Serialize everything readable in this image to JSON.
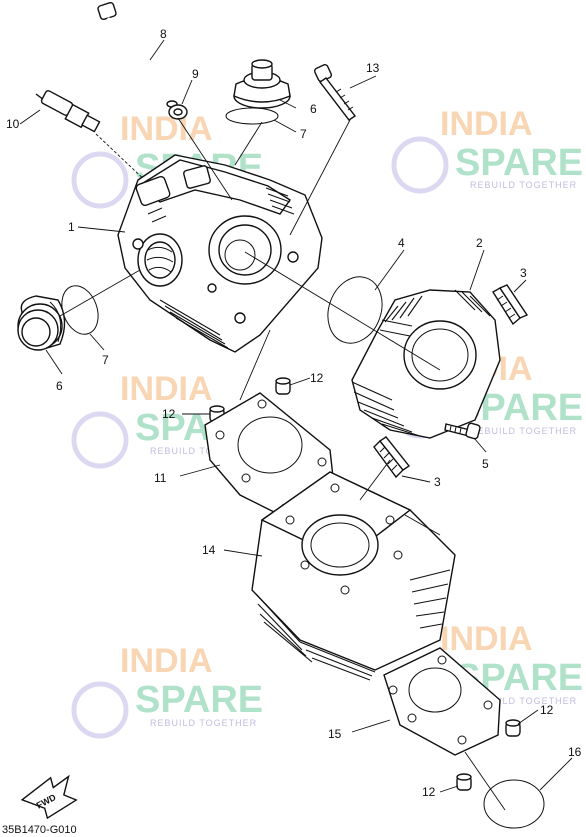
{
  "diagram": {
    "drawing_code": "35B1470-G010",
    "direction_label": "FWD",
    "watermark": {
      "line1": "INDIA",
      "line2": "SPARE",
      "tagline": "REBUILD TOGETHER"
    },
    "callouts": [
      "1",
      "2",
      "3",
      "3",
      "4",
      "5",
      "6",
      "6",
      "7",
      "7",
      "8",
      "9",
      "10",
      "11",
      "12",
      "12",
      "12",
      "12",
      "13",
      "14",
      "15",
      "16"
    ]
  },
  "colors": {
    "ink": "#111111",
    "watermark_orange": "#f6c79a",
    "watermark_green": "#8fd6b4",
    "watermark_purple": "#b8b0dc"
  }
}
